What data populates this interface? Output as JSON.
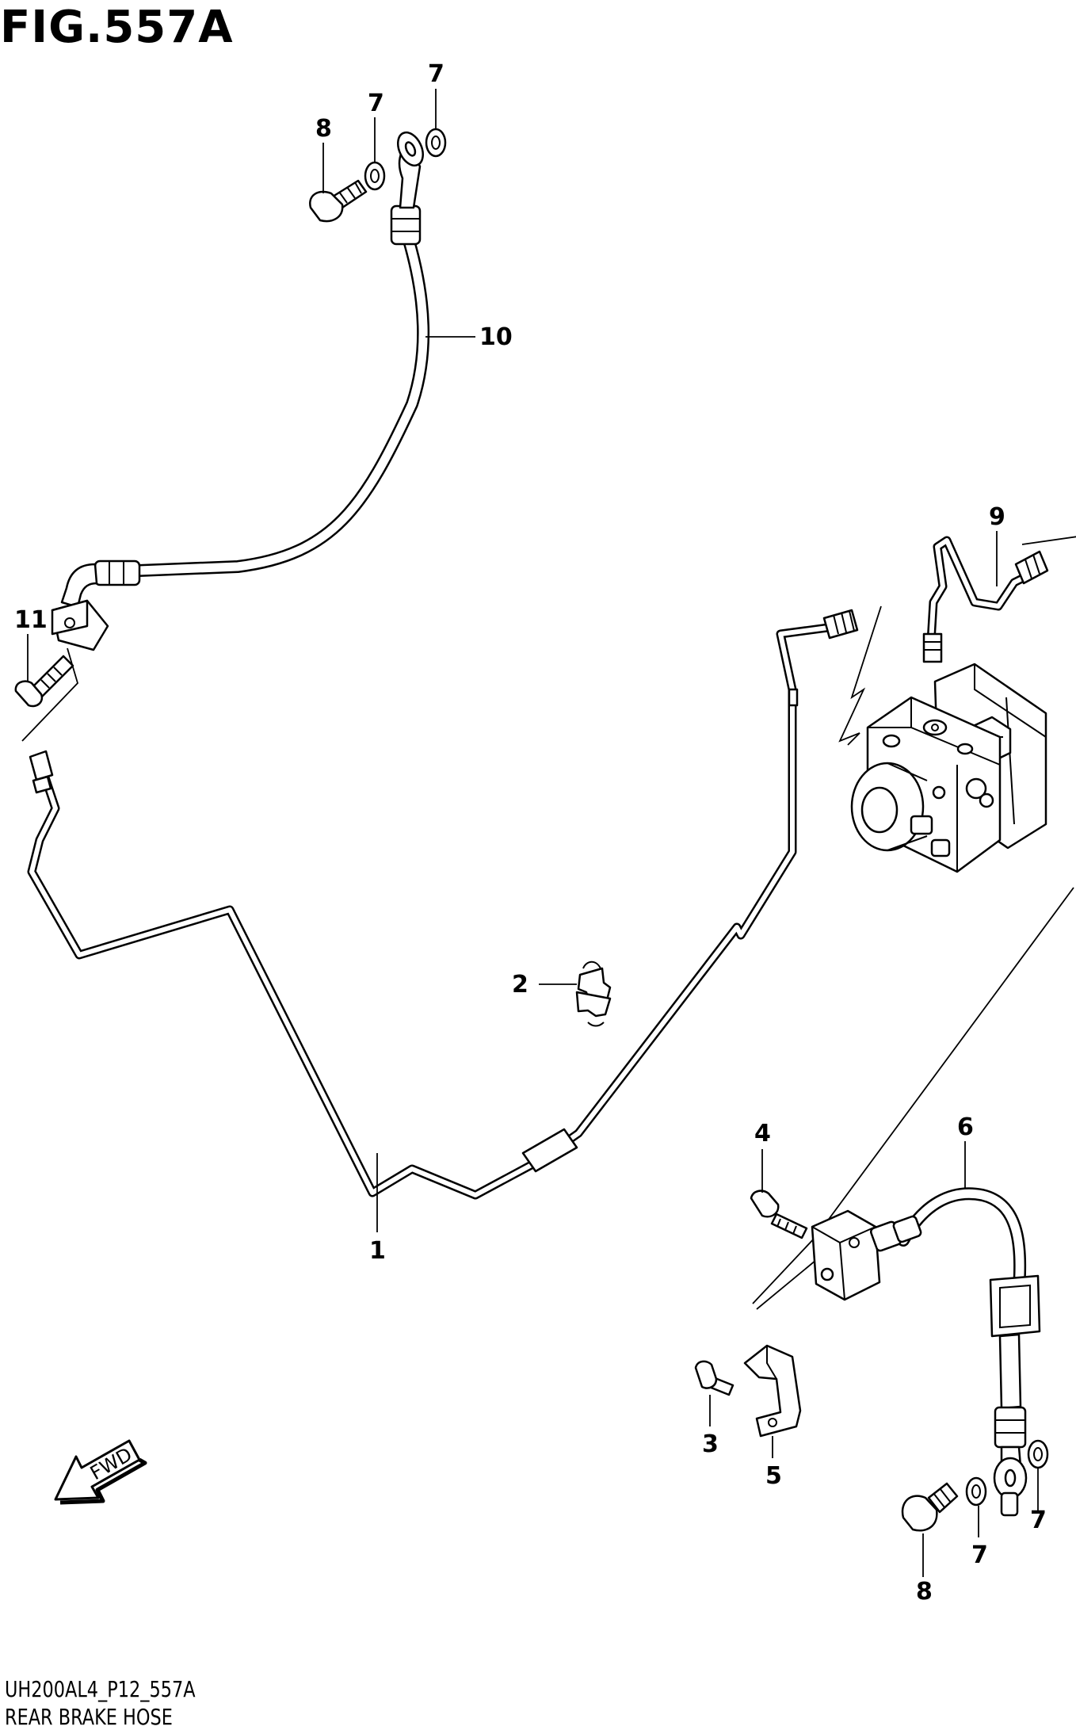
{
  "figure": {
    "title": "FIG.557A",
    "code": "UH200AL4_P12_557A",
    "description": "REAR BRAKE HOSE"
  },
  "callouts": [
    {
      "id": "c1",
      "label": "1"
    },
    {
      "id": "c2",
      "label": "2"
    },
    {
      "id": "c3",
      "label": "3"
    },
    {
      "id": "c4",
      "label": "4"
    },
    {
      "id": "c5",
      "label": "5"
    },
    {
      "id": "c6",
      "label": "6"
    },
    {
      "id": "c7a",
      "label": "7"
    },
    {
      "id": "c7b",
      "label": "7"
    },
    {
      "id": "c7c",
      "label": "7"
    },
    {
      "id": "c7d",
      "label": "7"
    },
    {
      "id": "c8a",
      "label": "8"
    },
    {
      "id": "c8b",
      "label": "8"
    },
    {
      "id": "c9",
      "label": "9"
    },
    {
      "id": "c10",
      "label": "10"
    },
    {
      "id": "c11",
      "label": "11"
    }
  ],
  "direction_arrow": {
    "label": "FWD",
    "icon": "forward-arrow-icon"
  }
}
